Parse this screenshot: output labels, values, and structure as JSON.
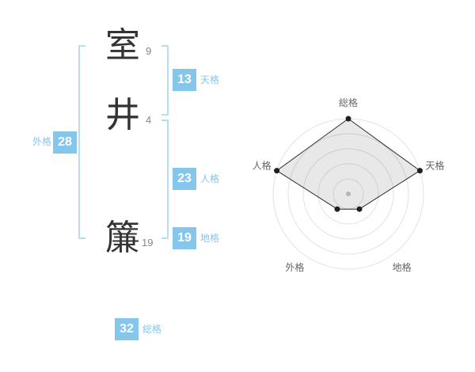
{
  "name_display": {
    "characters": [
      {
        "char": "室",
        "strokes": "9"
      },
      {
        "char": "井",
        "strokes": "4"
      },
      {
        "char": "簾",
        "strokes": "19"
      }
    ]
  },
  "kaku": {
    "gaikaku": {
      "label": "外格",
      "value": "28"
    },
    "tenkaku": {
      "label": "天格",
      "value": "13"
    },
    "jinkaku": {
      "label": "人格",
      "value": "23"
    },
    "chikaku": {
      "label": "地格",
      "value": "19"
    },
    "soukaku": {
      "label": "総格",
      "value": "32"
    }
  },
  "colors": {
    "accent_blue": "#85c6ec",
    "bracket_blue": "#b7ddf4",
    "badge_text": "#ffffff",
    "name_text": "#333333",
    "chart_grid": "#e2e2e2",
    "chart_polygon_stroke": "#2b2b2b",
    "chart_dot": "#1f1f1f",
    "chart_center_dot": "#b5b5b5",
    "axis_label": "#666666"
  },
  "chart_data": {
    "type": "radar",
    "axes": [
      "総格",
      "天格",
      "地格",
      "外格",
      "人格"
    ],
    "values": [
      100,
      100,
      25,
      25,
      100
    ],
    "max": 100,
    "rings": 5,
    "legend": "none",
    "grid": "concentric-circles"
  }
}
